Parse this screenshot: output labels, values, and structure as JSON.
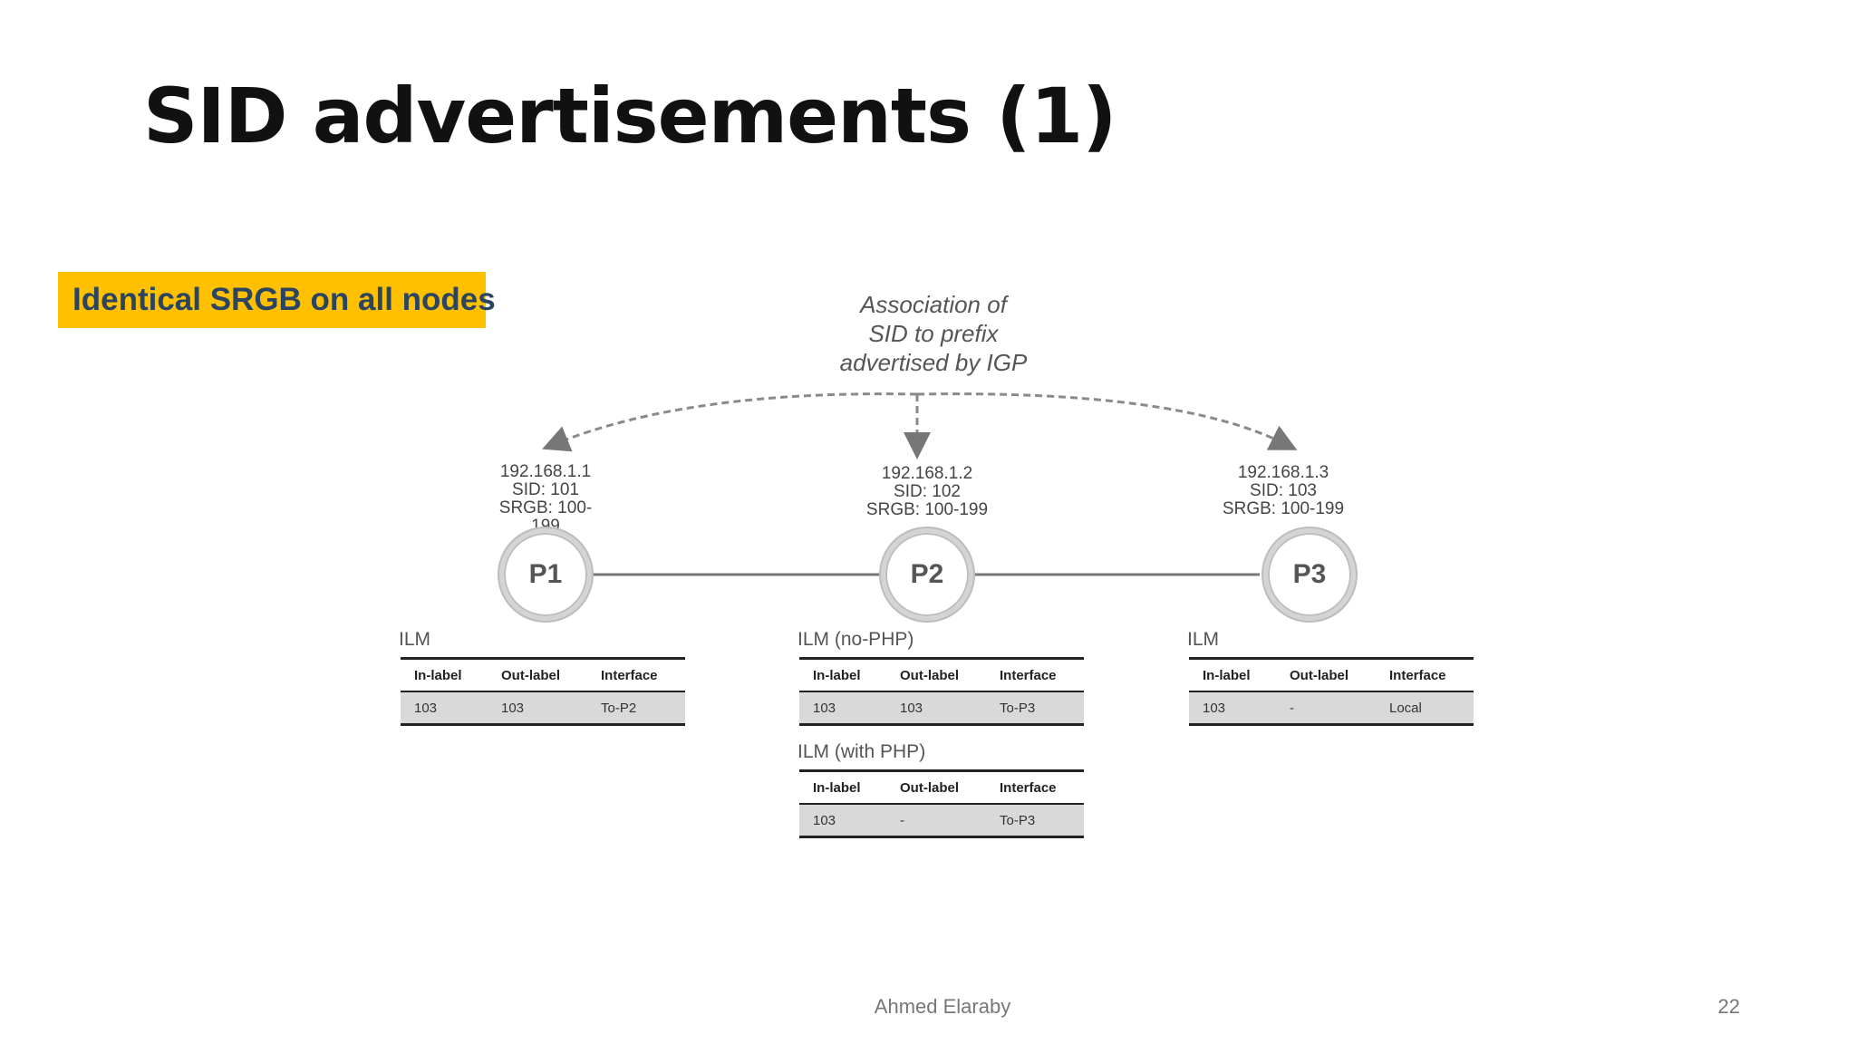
{
  "title": "SID advertisements (1)",
  "badge": "Identical SRGB on all nodes",
  "diagram": {
    "association": [
      "Association of",
      "SID to prefix",
      "advertised by IGP"
    ],
    "nodes": [
      {
        "name": "P1",
        "info": [
          "192.168.1.1",
          "SID: 101",
          "SRGB: 100-",
          "199"
        ]
      },
      {
        "name": "P2",
        "info": [
          "192.168.1.2",
          "SID: 102",
          "SRGB: 100-199"
        ]
      },
      {
        "name": "P3",
        "info": [
          "192.168.1.3",
          "SID: 103",
          "SRGB: 100-199"
        ]
      }
    ],
    "tables": [
      {
        "label": "ILM",
        "headers": [
          "In-label",
          "Out-label",
          "Interface"
        ],
        "row": [
          "103",
          "103",
          "To-P2"
        ]
      },
      {
        "label": "ILM (no-PHP)",
        "headers": [
          "In-label",
          "Out-label",
          "Interface"
        ],
        "row": [
          "103",
          "103",
          "To-P3"
        ]
      },
      {
        "label": "ILM (with PHP)",
        "headers": [
          "In-label",
          "Out-label",
          "Interface"
        ],
        "row": [
          "103",
          "-",
          "To-P3"
        ]
      },
      {
        "label": "ILM",
        "headers": [
          "In-label",
          "Out-label",
          "Interface"
        ],
        "row": [
          "103",
          "-",
          "Local"
        ]
      }
    ]
  },
  "footer": {
    "author": "Ahmed Elaraby",
    "page": "22"
  },
  "colors": {
    "badge_bg": "#ffc000",
    "badge_text": "#2b4560"
  }
}
